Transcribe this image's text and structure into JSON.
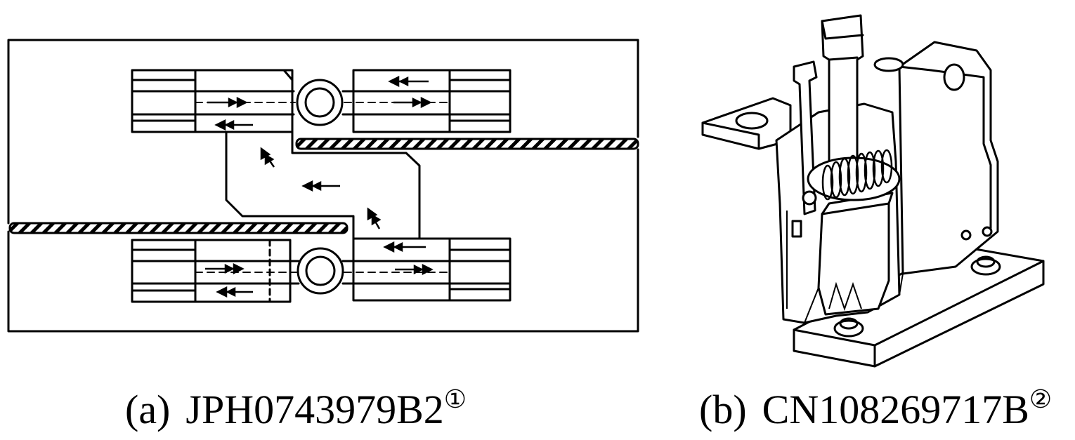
{
  "figures": [
    {
      "id": "a",
      "label": "(a)",
      "number": "JPH0743979B2",
      "note": "①",
      "illustration": "planar-contact-layout-drawing"
    },
    {
      "id": "b",
      "label": "(b)",
      "number": "CN108269717B",
      "note": "②",
      "illustration": "relay-assembly-isometric-drawing"
    }
  ],
  "colors": {
    "line": "#000000",
    "background": "#ffffff"
  }
}
